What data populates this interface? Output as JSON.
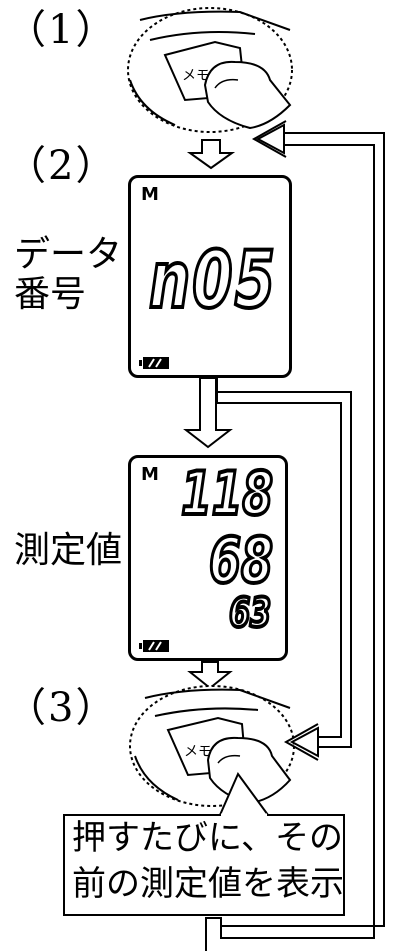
{
  "steps": [
    {
      "label": "(1)"
    },
    {
      "label": "(2)"
    },
    {
      "label": "(3)"
    }
  ],
  "data_number_screen": {
    "side_label_line1": "データ",
    "side_label_line2": "番号",
    "indicator": "M",
    "value": "n05"
  },
  "measurement_screen": {
    "side_label": "測定値",
    "indicator": "M",
    "systolic": "118",
    "diastolic": "68",
    "pulse": "63"
  },
  "button_label": "メモリ",
  "callout": {
    "line1": "押すたびに、その",
    "line2": "前の測定値を表示"
  },
  "colors": {
    "ink": "#000000",
    "background": "#ffffff"
  },
  "icons": [
    "finger-press-icon",
    "battery-icon",
    "down-arrow-icon",
    "loop-arrow-icon"
  ]
}
